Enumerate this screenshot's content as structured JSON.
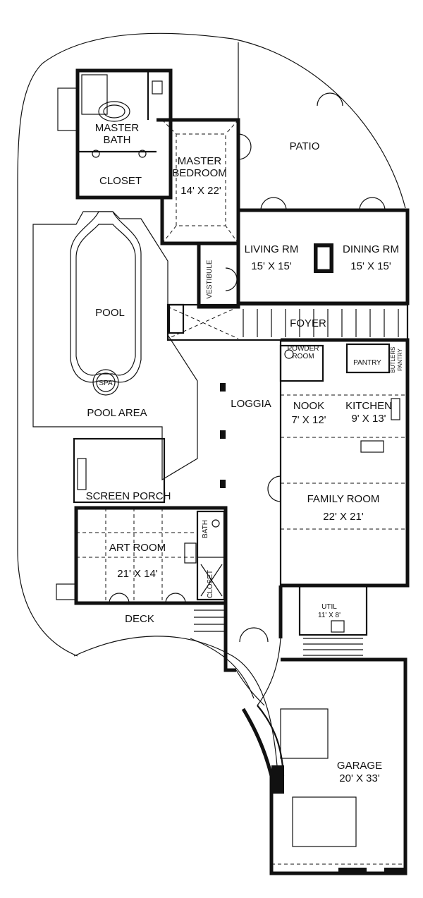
{
  "plan": {
    "rooms": {
      "master_bath": {
        "line1": "MASTER",
        "line2": "BATH"
      },
      "closet_master": "CLOSET",
      "master_bedroom": {
        "line1": "MASTER",
        "line2": "BEDROOM",
        "dims": "14' X 22'"
      },
      "patio": "PATIO",
      "living_rm": {
        "name": "LIVING RM",
        "dims": "15' X 15'"
      },
      "dining_rm": {
        "name": "DINING RM",
        "dims": "15' X 15'"
      },
      "vestibule": "VESTIBULE",
      "foyer": "FOYER",
      "powder_room": {
        "line1": "POWDER",
        "line2": "ROOM"
      },
      "pantry": "PANTRY",
      "butlers_pantry": {
        "line1": "BUTLERS",
        "line2": "PANTRY"
      },
      "pool": "POOL",
      "spa": "SPA",
      "pool_area": "POOL AREA",
      "loggia": "LOGGIA",
      "nook": {
        "name": "NOOK",
        "dims": "7' X 12'"
      },
      "kitchen": {
        "name": "KITCHEN",
        "dims": "9' X 13'"
      },
      "screen_porch": "SCREEN PORCH",
      "family_room": {
        "name": "FAMILY ROOM",
        "dims": "22' X 21'"
      },
      "art_room": {
        "name": "ART ROOM",
        "dims": "21' X 14'"
      },
      "bath": "BATH",
      "closet_art": "CLOSET",
      "util": {
        "name": "UTIL",
        "dims": "11' X 8'"
      },
      "deck": "DECK",
      "garage": {
        "name": "GARAGE",
        "dims": "20' X 33'"
      }
    }
  }
}
